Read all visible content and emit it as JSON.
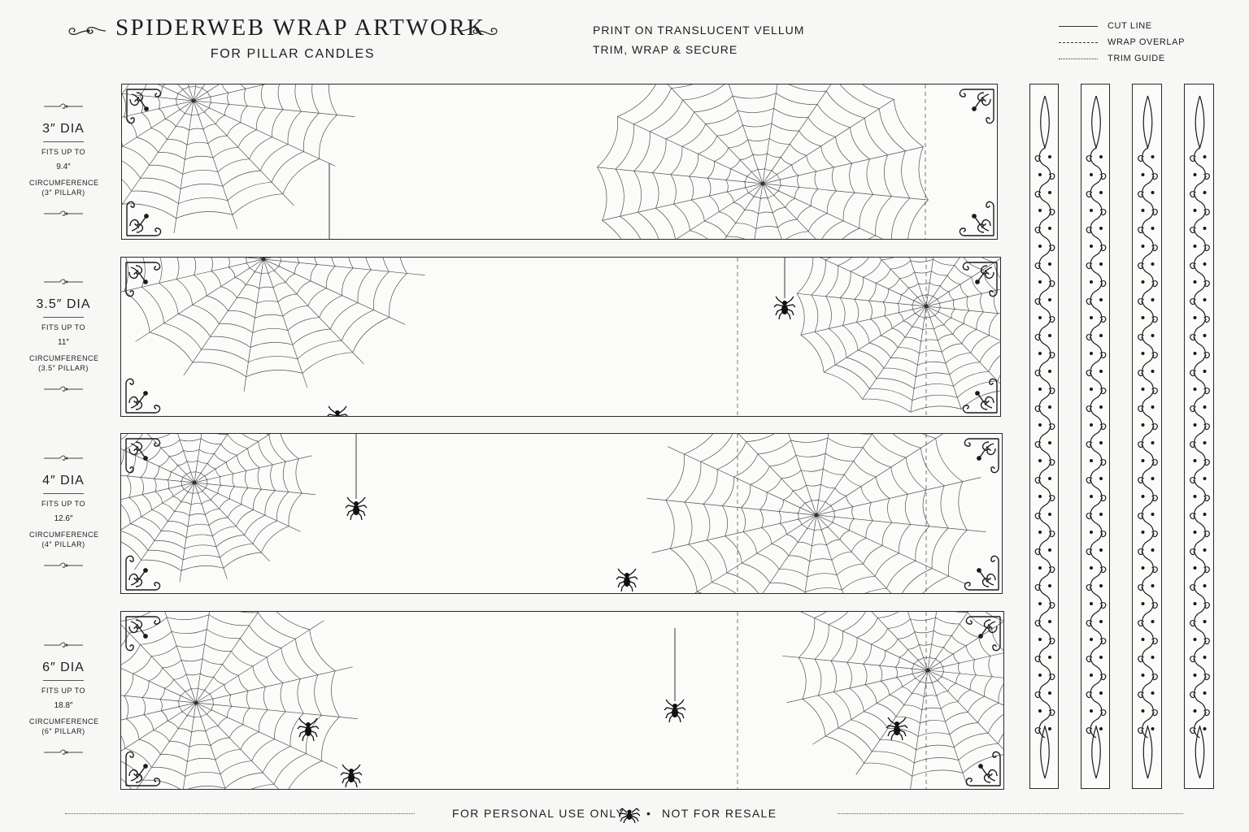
{
  "header": {
    "title": "SPIDERWEB WRAP ARTWORK",
    "subtitle": "FOR PILLAR CANDLES",
    "instruction_1": "PRINT ON TRANSLUCENT VELLUM",
    "instruction_2": "TRIM, WRAP & SECURE"
  },
  "legend": [
    {
      "label": "CUT LINE",
      "style": "solid"
    },
    {
      "label": "WRAP OVERLAP",
      "style": "dashed"
    },
    {
      "label": "TRIM GUIDE",
      "style": "dotted"
    }
  ],
  "sizes": [
    {
      "dia": "3″ DIA",
      "fits": "FITS UP TO",
      "value": "9.4″",
      "circ": "CIRCUMFERENCE",
      "note": "(3″ PILLAR)"
    },
    {
      "dia": "3.5″ DIA",
      "fits": "FITS UP TO",
      "value": "11″",
      "circ": "CIRCUMFERENCE",
      "note": "(3.5″ PILLAR)"
    },
    {
      "dia": "4″ DIA",
      "fits": "FITS UP TO",
      "value": "12.6″",
      "circ": "CIRCUMFERENCE",
      "note": "(4″ PILLAR)"
    },
    {
      "dia": "6″ DIA",
      "fits": "FITS UP TO",
      "value": "18.8″",
      "circ": "CIRCUMFERENCE",
      "note": "(6″ PILLAR)"
    }
  ],
  "footer": {
    "left": "FOR PERSONAL USE ONLY",
    "right": "NOT FOR RESALE",
    "separator": "•"
  },
  "colors": {
    "ink": "#1e1e1e",
    "paper": "#fbfbfa",
    "background": "#f7f7f6"
  },
  "icons": [
    "spider-icon",
    "flourish-ornament-icon",
    "corner-scroll-icon"
  ]
}
